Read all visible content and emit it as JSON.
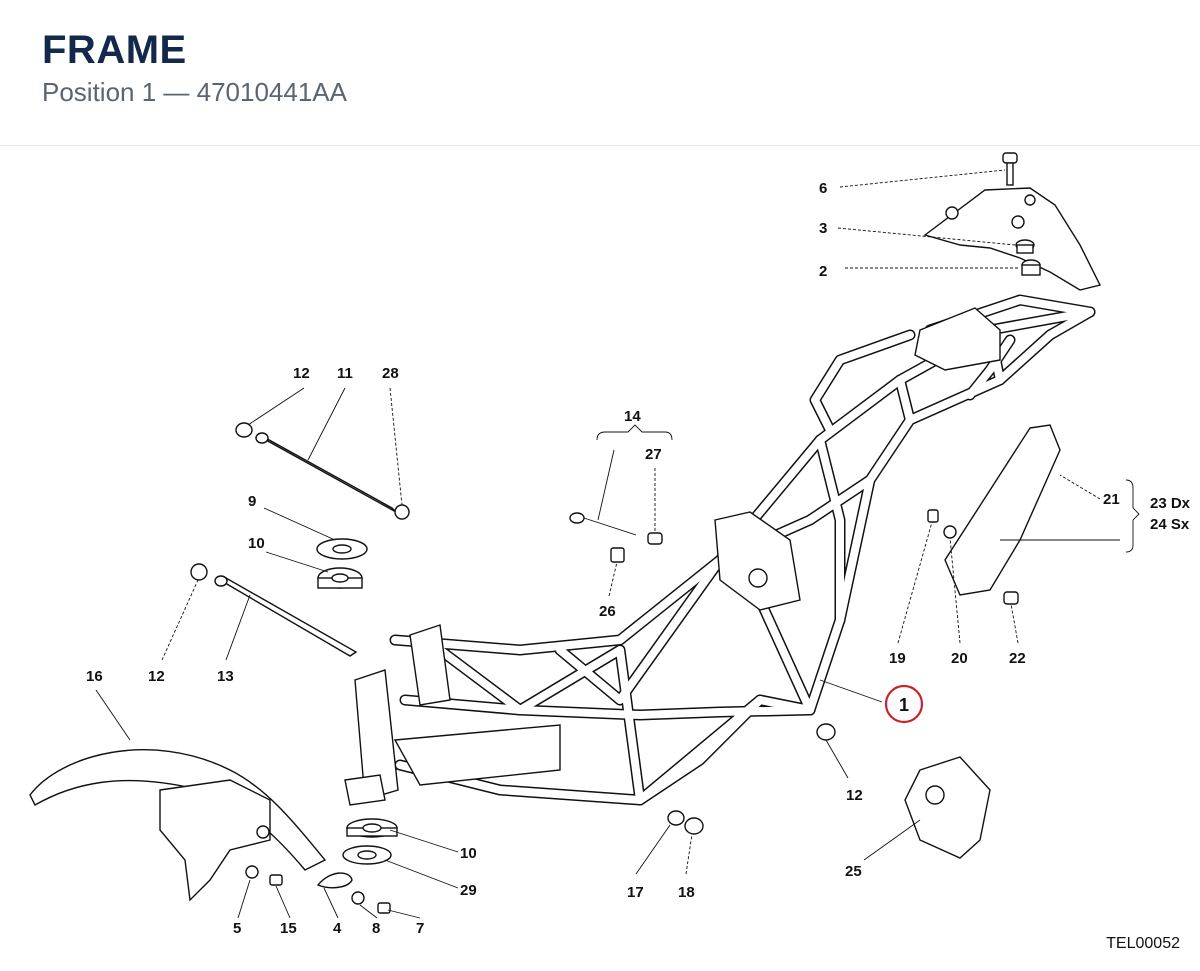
{
  "header": {
    "title": "FRAME",
    "subtitle": "Position 1 — 47010441AA"
  },
  "drawing_code": "TEL00052",
  "highlight_color": "#cc2229",
  "callouts": {
    "c6": "6",
    "c3": "3",
    "c2": "2",
    "c12a": "12",
    "c11": "11",
    "c28": "28",
    "c14": "14",
    "c27": "27",
    "c26": "26",
    "c9": "9",
    "c10a": "10",
    "c21": "21",
    "c23": "23 Dx",
    "c24": "24 Sx",
    "c19": "19",
    "c20": "20",
    "c22": "22",
    "c16": "16",
    "c12b": "12",
    "c13": "13",
    "c1": "1",
    "c12c": "12",
    "c10b": "10",
    "c29": "29",
    "c25": "25",
    "c17": "17",
    "c18": "18",
    "c5": "5",
    "c15": "15",
    "c4": "4",
    "c8": "8",
    "c7": "7"
  }
}
